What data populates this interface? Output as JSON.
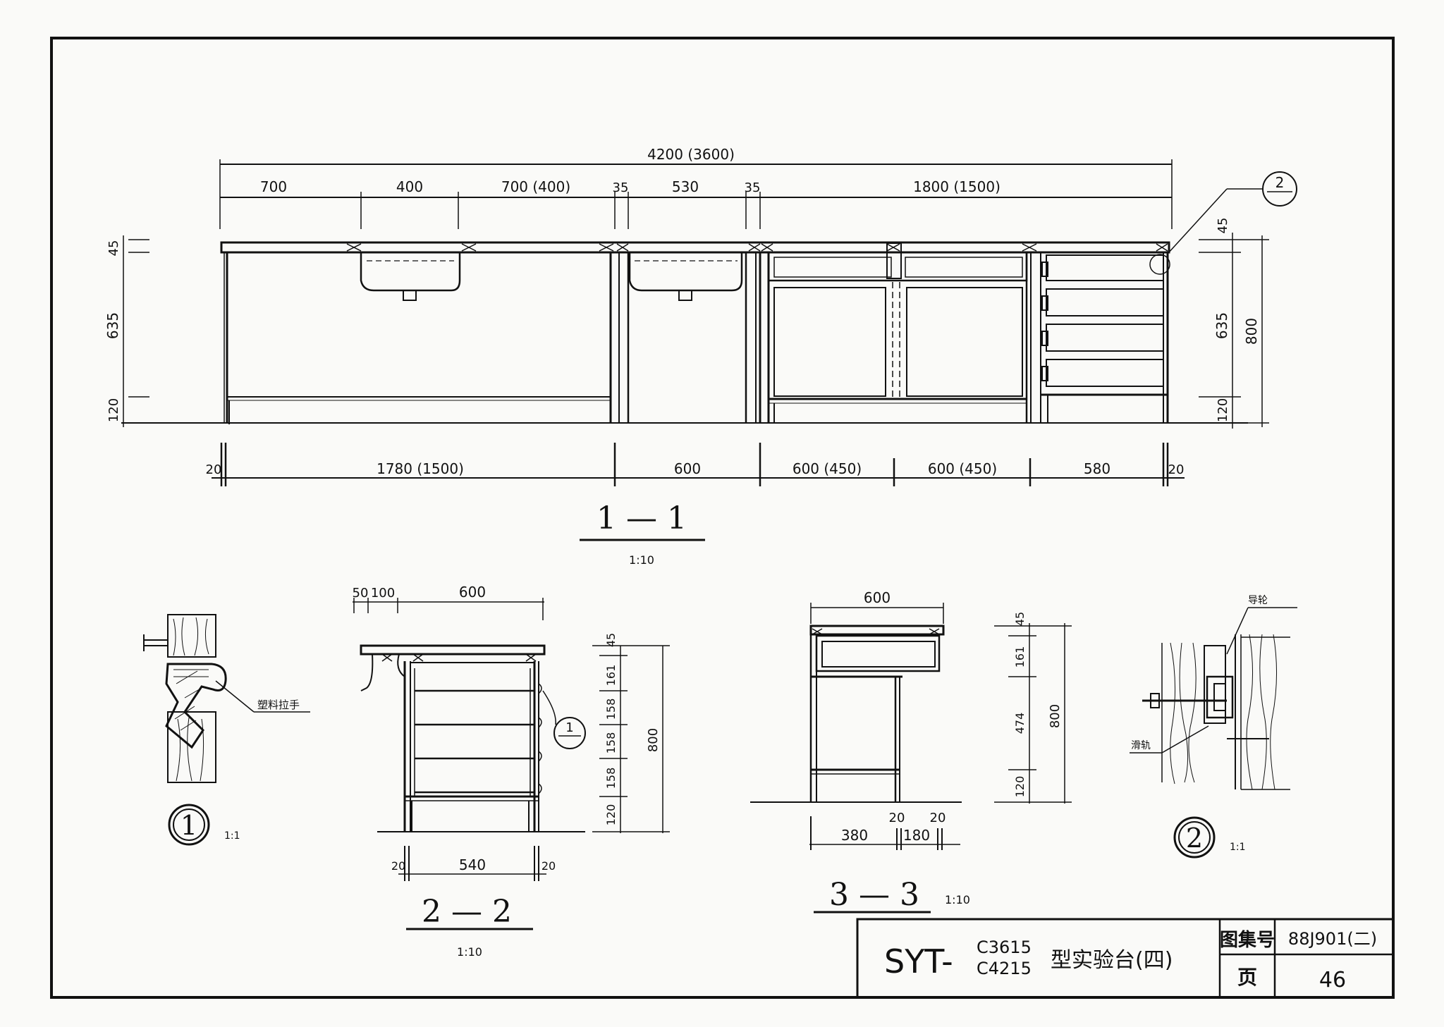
{
  "sheet": {
    "title_prefix": "SYT-",
    "model_a": "C3615",
    "model_b": "C4215",
    "title_suffix": "型实验台(四)",
    "atlas_label": "图集号",
    "atlas_value": "88J901(二)",
    "page_label": "页",
    "page_value": "46"
  },
  "section_1": {
    "mark": "1 — 1",
    "scale": "1:10",
    "overall": "4200 (3600)",
    "top_dims": [
      "700",
      "400",
      "700 (400)",
      "35",
      "530",
      "35",
      "1800 (1500)"
    ],
    "bottom_dims": [
      "20",
      "1780 (1500)",
      "600",
      "600 (450)",
      "600 (450)",
      "580",
      "20"
    ],
    "left_dims": [
      "45",
      "635",
      "120"
    ],
    "right_dims": [
      "45",
      "635",
      "120",
      "800"
    ],
    "callout": "2"
  },
  "section_2": {
    "mark": "2 — 2",
    "scale": "1:10",
    "top_dims": [
      "50",
      "100",
      "600"
    ],
    "right_dims": [
      "45",
      "161",
      "158",
      "158",
      "158",
      "120",
      "800"
    ],
    "bottom_dims": [
      "20",
      "540",
      "20"
    ],
    "callout": "1"
  },
  "section_3": {
    "mark": "3 — 3",
    "scale": "1:10",
    "top_dims": [
      "600"
    ],
    "right_dims": [
      "45",
      "161",
      "474",
      "120",
      "800"
    ],
    "bottom_dims": [
      "20",
      "20",
      "380",
      "180"
    ]
  },
  "detail_1": {
    "mark": "1",
    "scale": "1:1",
    "label": "塑料拉手"
  },
  "detail_2": {
    "mark": "2",
    "scale": "1:1",
    "label_top": "导轮",
    "label_bottom": "滑轨"
  }
}
